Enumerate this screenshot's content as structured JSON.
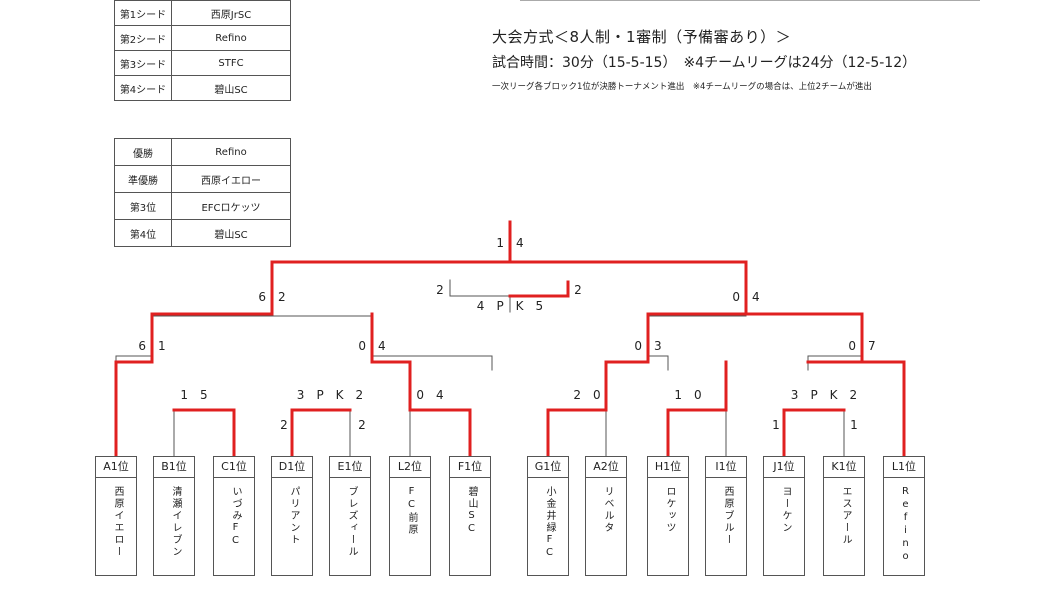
{
  "seeds": [
    {
      "label": "第1シード",
      "team": "西原JrSC"
    },
    {
      "label": "第2シード",
      "team": "Refino"
    },
    {
      "label": "第3シード",
      "team": "STFC"
    },
    {
      "label": "第4シード",
      "team": "碧山SC"
    }
  ],
  "results": [
    {
      "label": "優勝",
      "team": "Refino"
    },
    {
      "label": "準優勝",
      "team": "西原イエロー"
    },
    {
      "label": "第3位",
      "team": "EFCロケッツ"
    },
    {
      "label": "第4位",
      "team": "碧山SC"
    }
  ],
  "rules": {
    "title": "大会方式＜8人制・1審制（予備審あり）＞",
    "time": "試合時間：30分（15-5-15）　※4チームリーグは24分（12-5-12）",
    "note": "一次リーグ各ブロック1位が決勝トーナメント進出　※4チームリーグの場合は、上位2チームが進出"
  },
  "teams": [
    {
      "pos": "A1位",
      "name": "西原イエロー"
    },
    {
      "pos": "B1位",
      "name": "清瀬イレブン"
    },
    {
      "pos": "C1位",
      "name": "いづみFC"
    },
    {
      "pos": "D1位",
      "name": "パリアント"
    },
    {
      "pos": "E1位",
      "name": "ブレズィール"
    },
    {
      "pos": "L2位",
      "name": "FC前原"
    },
    {
      "pos": "F1位",
      "name": "碧山SC"
    },
    {
      "pos": "G1位",
      "name": "小金井緑FC"
    },
    {
      "pos": "A2位",
      "name": "リベルタ"
    },
    {
      "pos": "H1位",
      "name": "ロケッツ"
    },
    {
      "pos": "I1位",
      "name": "西原ブルー"
    },
    {
      "pos": "J1位",
      "name": "ヨーケン"
    },
    {
      "pos": "K1位",
      "name": "エスアール"
    },
    {
      "pos": "L1位",
      "name": "Refino"
    }
  ],
  "scores": {
    "final": "1　4",
    "third": {
      "left": "2",
      "right": "2",
      "pk": "4　P　K　5"
    },
    "sf_left": "6　2",
    "sf_right": "0　4",
    "qf1": "6　1",
    "qf2": "0　4",
    "qf3": "0　3",
    "qf4": "0　7",
    "r1_bc": "1　5",
    "r1_de": "3　P　K　2",
    "r1_de_left": "2",
    "r1_de_right": "2",
    "r1_lf": "0　4",
    "r1_ga": "2　0",
    "r1_hi": "1　0",
    "r1_jk": "3　P　K　2",
    "r1_jk_left": "1",
    "r1_jk_right": "1"
  }
}
